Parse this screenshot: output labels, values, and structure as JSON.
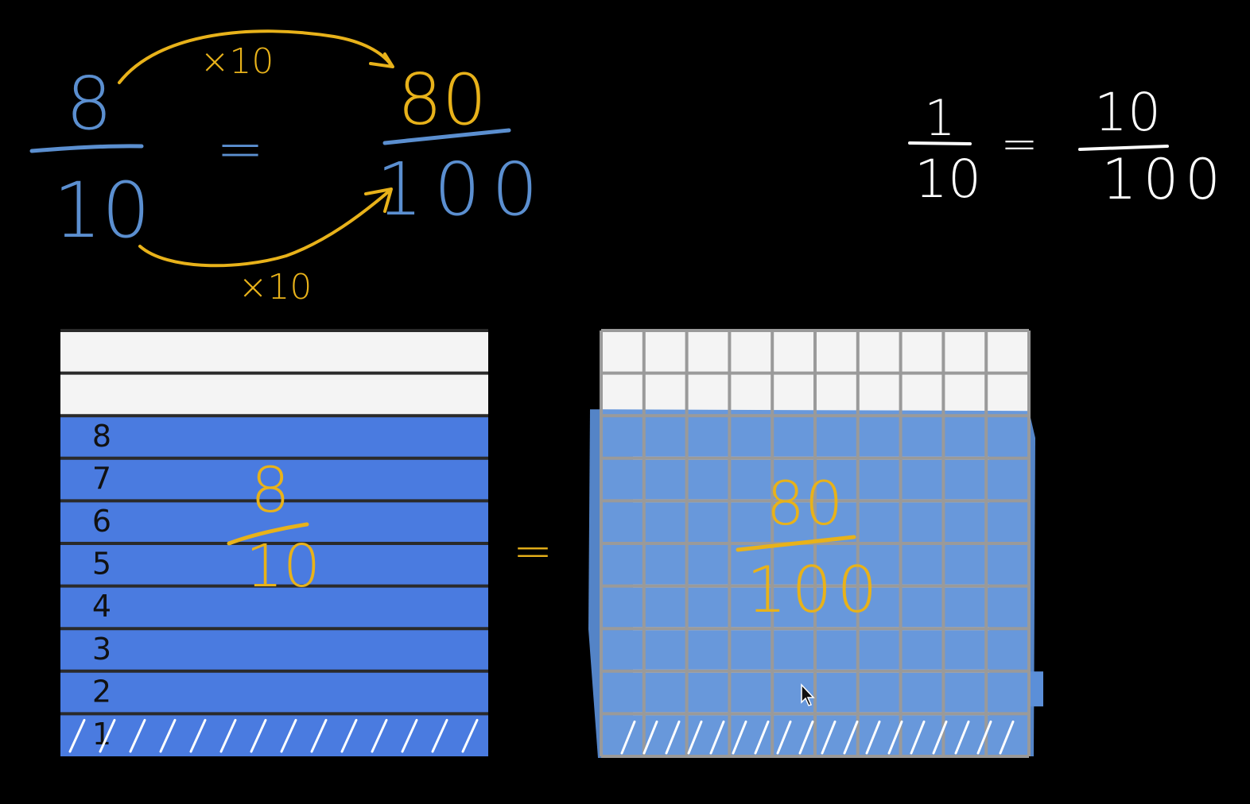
{
  "colors": {
    "background": "#000000",
    "blue_ink": "#5b8fd0",
    "gold_ink": "#e8b21a",
    "white_ink": "#ffffff",
    "bar_fill": "#4a7be0",
    "grid_fill": "#5b8fd8",
    "paper": "#f4f4f4"
  },
  "top_equation": {
    "left_numerator": "8",
    "left_denominator": "10",
    "equals": "=",
    "right_numerator": "80",
    "right_denominator": "100",
    "top_multiplier": "×10",
    "bottom_multiplier": "×10"
  },
  "side_equation": {
    "left_numerator": "1",
    "left_denominator": "10",
    "equals": "=",
    "right_numerator": "10",
    "right_denominator": "100"
  },
  "tenths_model": {
    "total_rows": 10,
    "shaded_rows": 8,
    "row_labels": [
      "8",
      "7",
      "6",
      "5",
      "4",
      "3",
      "2",
      "1"
    ],
    "fraction_numerator": "8",
    "fraction_denominator": "10"
  },
  "middle_equals": "=",
  "hundredths_model": {
    "columns": 10,
    "rows": 10,
    "shaded_rows": 8,
    "fraction_numerator": "80",
    "fraction_denominator": "100"
  },
  "cursor_icon": "arrow-cursor-icon"
}
